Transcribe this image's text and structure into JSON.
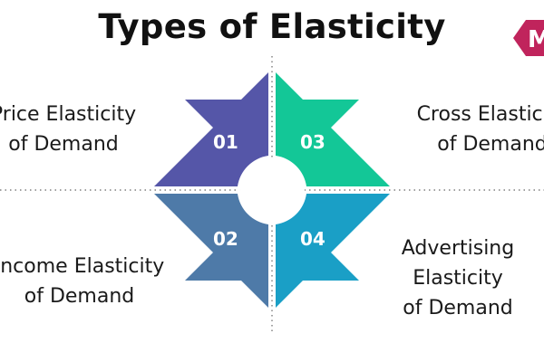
{
  "title": "Types of Elasticity",
  "logo": {
    "letter": "M",
    "color": "#c0245c"
  },
  "quadrants": [
    {
      "number": "01",
      "label_lines": [
        "Price Elasticity",
        "of Demand"
      ],
      "color": "#5556a8"
    },
    {
      "number": "02",
      "label_lines": [
        "Income Elasticity",
        "of Demand"
      ],
      "color": "#4e7aa8"
    },
    {
      "number": "03",
      "label_lines": [
        "Cross Elasticity",
        "of Demand"
      ],
      "color": "#13c797"
    },
    {
      "number": "04",
      "label_lines": [
        "Advertising",
        "Elasticity",
        "of Demand"
      ],
      "color": "#1a9fc6"
    }
  ]
}
